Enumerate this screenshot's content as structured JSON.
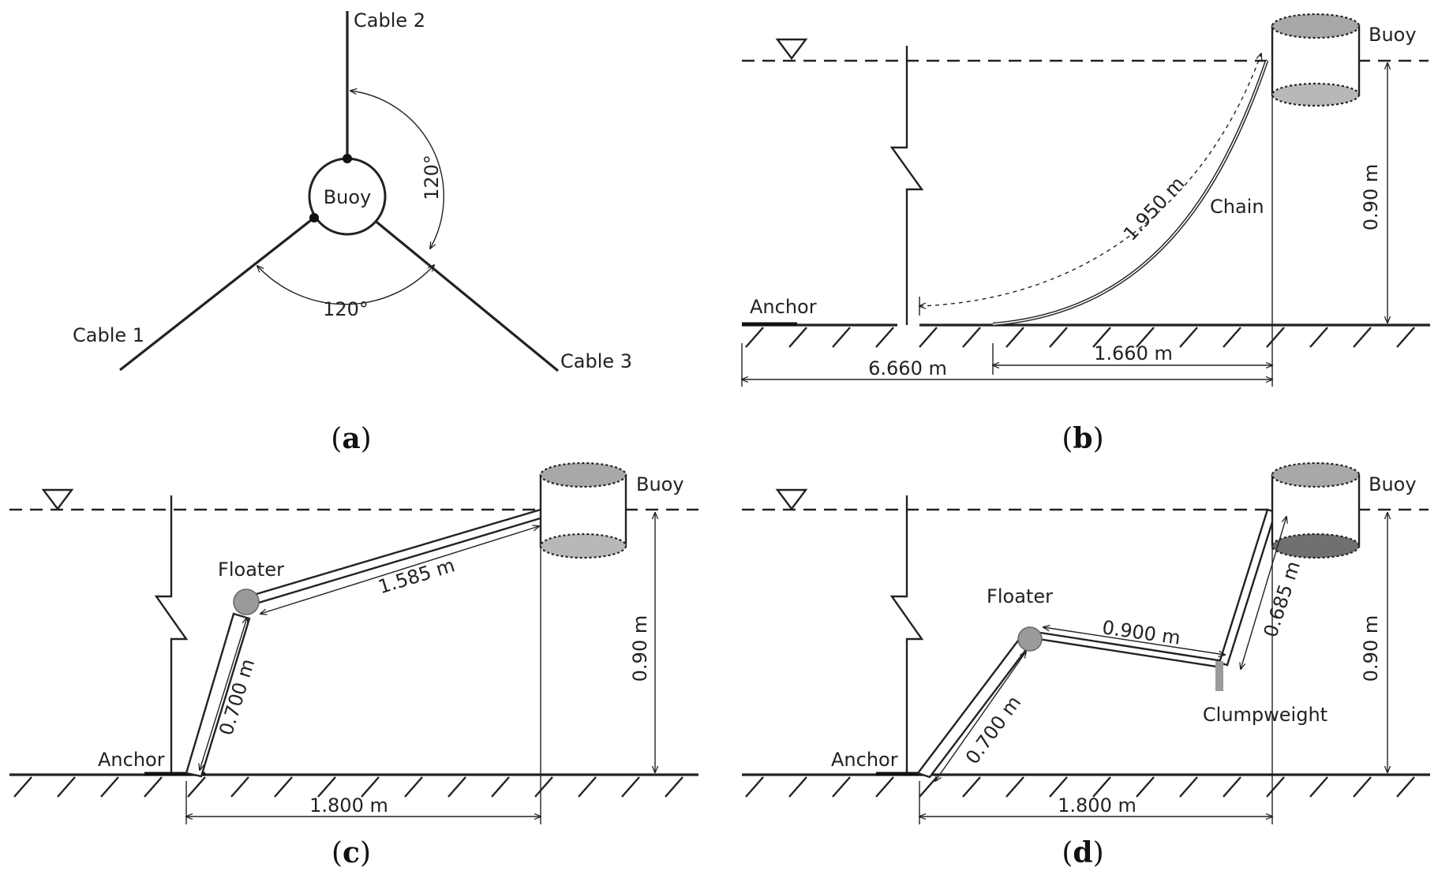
{
  "panel_a": {
    "caption": "a",
    "buoy": "Buoy",
    "cable1": "Cable 1",
    "cable2": "Cable 2",
    "cable3": "Cable 3",
    "angle_right": "120°",
    "angle_bottom": "120°"
  },
  "panel_b": {
    "caption": "b",
    "buoy": "Buoy",
    "anchor": "Anchor",
    "chain": "Chain",
    "chain_length": "1.950 m",
    "depth": "0.90 m",
    "dist_short": "1.660 m",
    "dist_long": "6.660 m"
  },
  "panel_c": {
    "caption": "c",
    "buoy": "Buoy",
    "anchor": "Anchor",
    "floater": "Floater",
    "lower_line": "0.700 m",
    "upper_line": "1.585 m",
    "depth": "0.90 m",
    "horizontal": "1.800 m"
  },
  "panel_d": {
    "caption": "d",
    "buoy": "Buoy",
    "anchor": "Anchor",
    "floater": "Floater",
    "clump": "Clumpweight",
    "lower_line": "0.700 m",
    "middle_line": "0.900 m",
    "upper_line": "0.685 m",
    "depth": "0.90 m",
    "horizontal": "1.800 m"
  },
  "colors": {
    "buoy_top": "#a8a8a8",
    "buoy_bottom_light": "#b8b8b8",
    "buoy_bottom_dark": "#707070",
    "floater": "#9a9a9a",
    "clump": "#9a9a9a"
  }
}
